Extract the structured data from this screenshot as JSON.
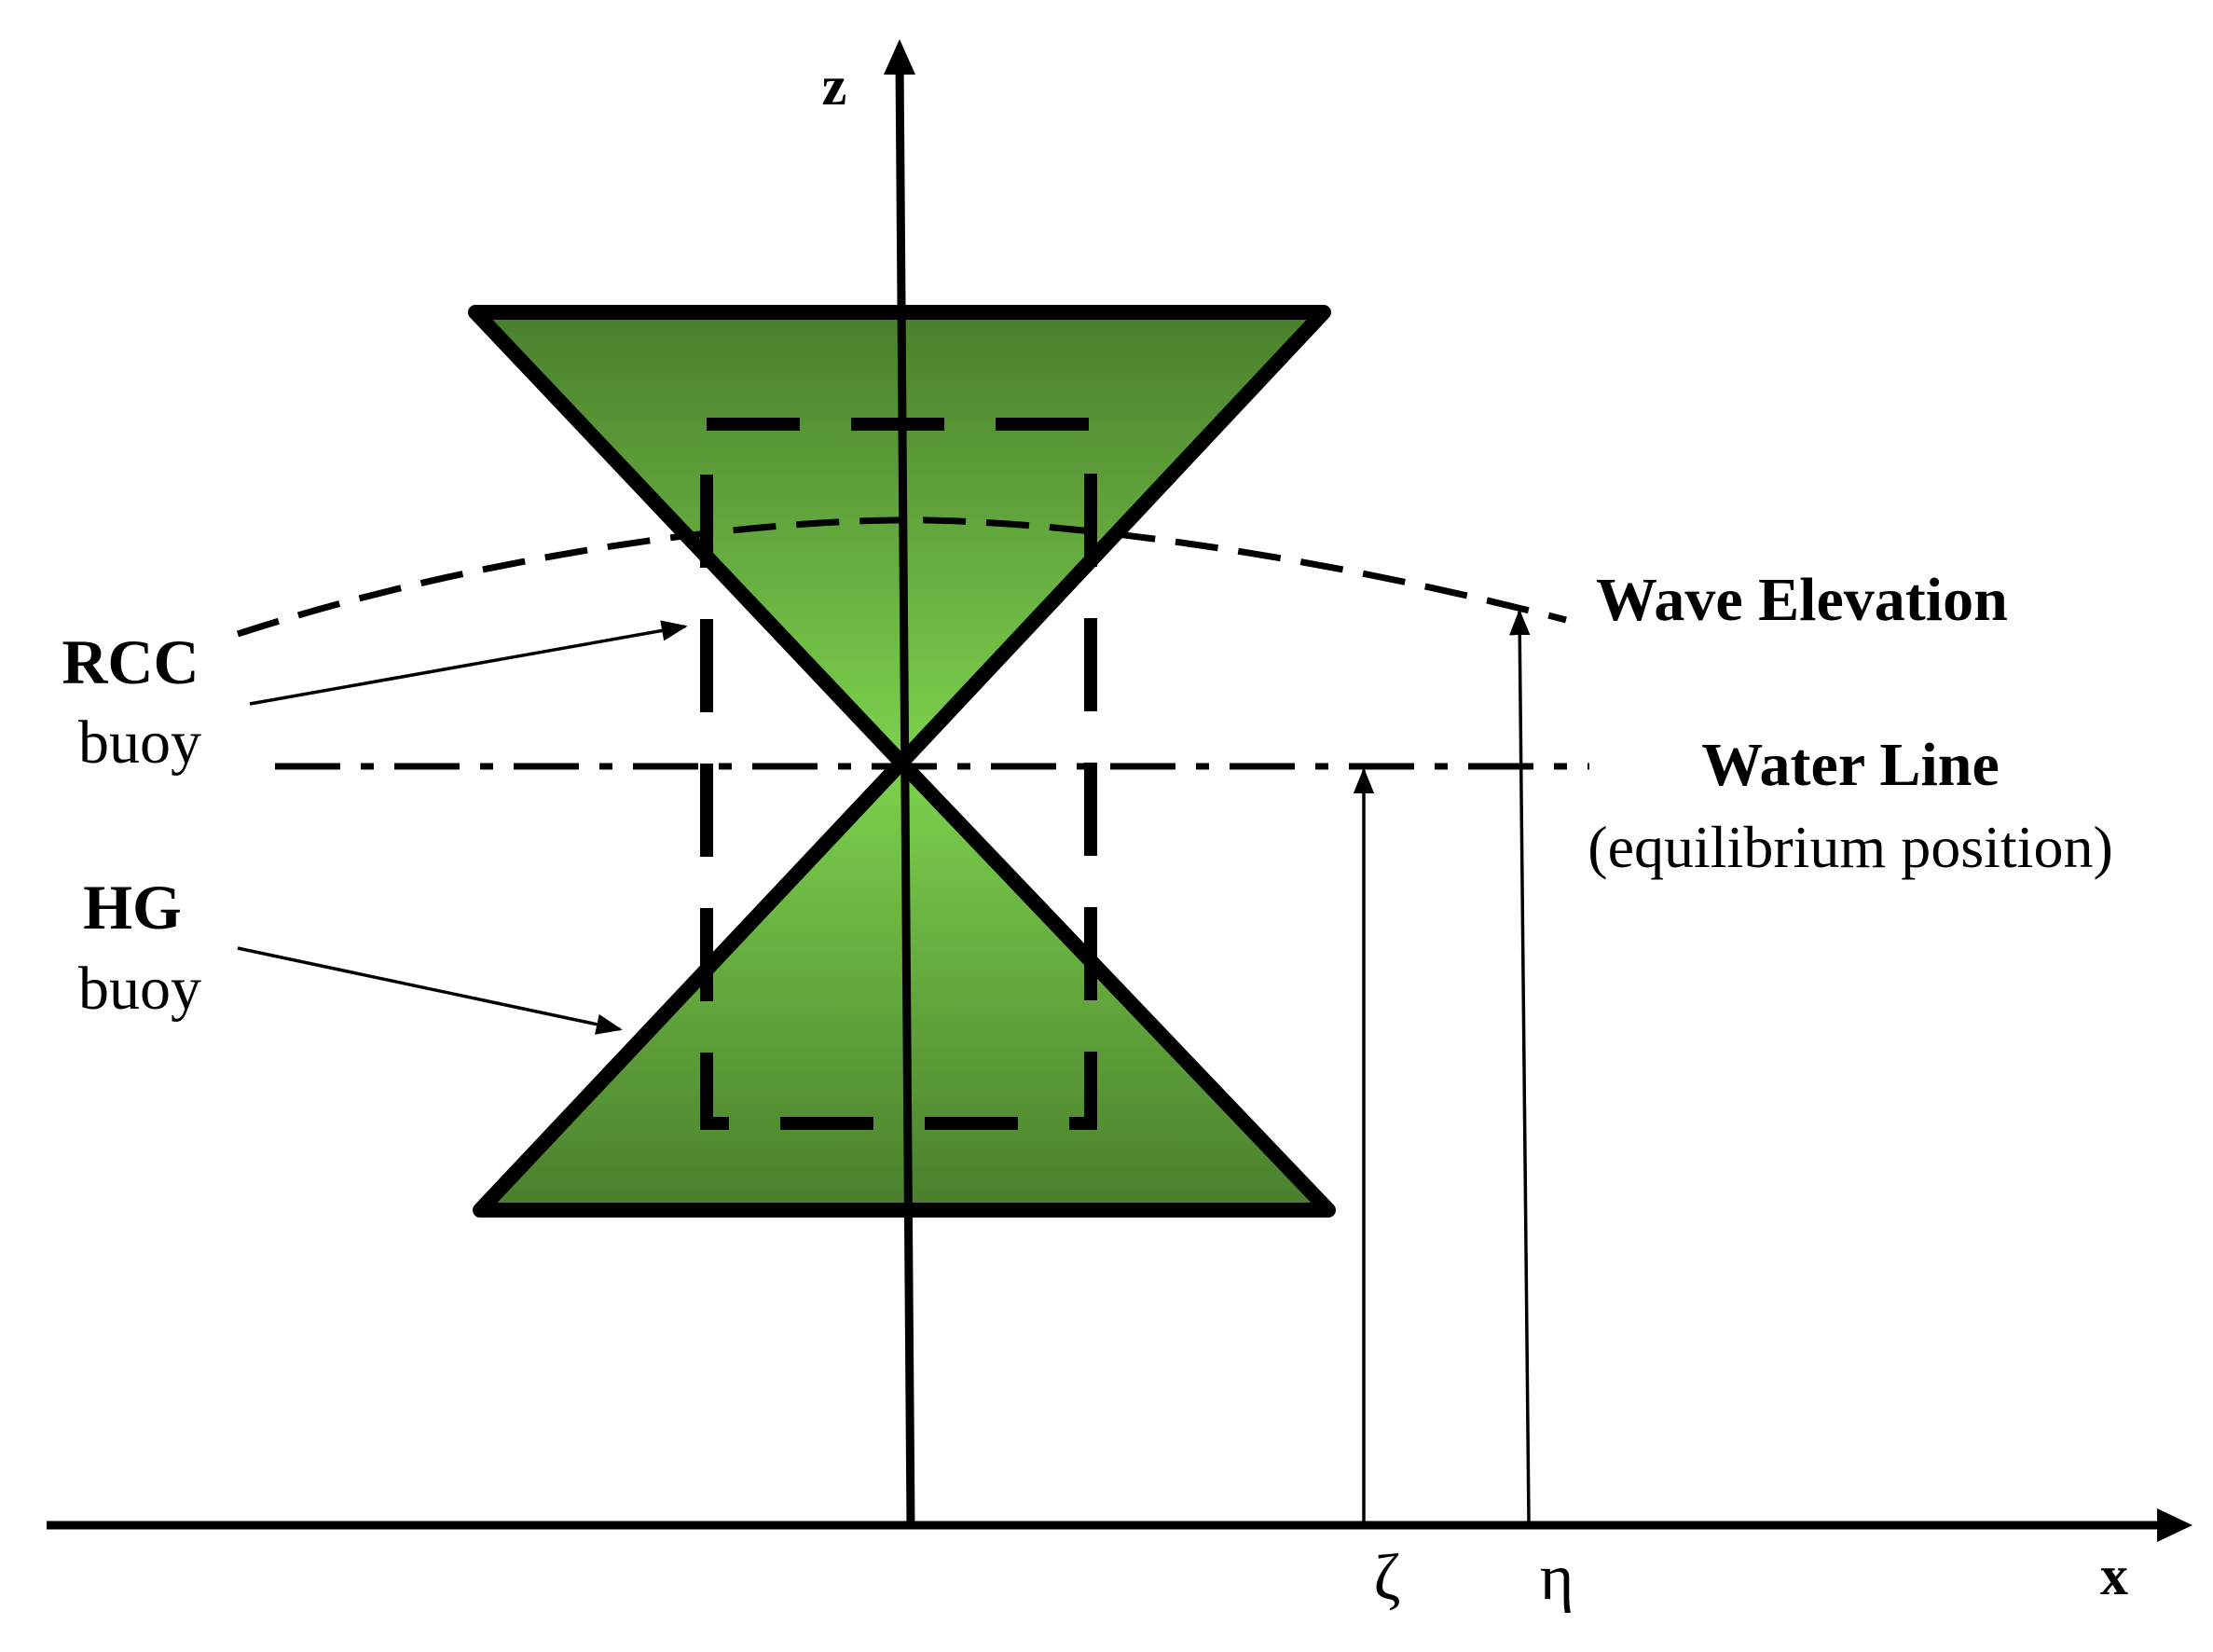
{
  "axes": {
    "z_label": "z",
    "x_label": "x"
  },
  "labels": {
    "wave_elevation": "Wave Elevation",
    "water_line": "Water Line",
    "water_line_note": "(equilibrium position)",
    "rcc_title": "RCC",
    "rcc_sub": "buoy",
    "hg_title": "HG",
    "hg_sub": "buoy",
    "zeta": "ζ",
    "eta": "η"
  },
  "colors": {
    "green_light": "#7dd24e",
    "green_dark": "#4a7f2c",
    "stroke": "#000000",
    "background": "#ffffff"
  }
}
